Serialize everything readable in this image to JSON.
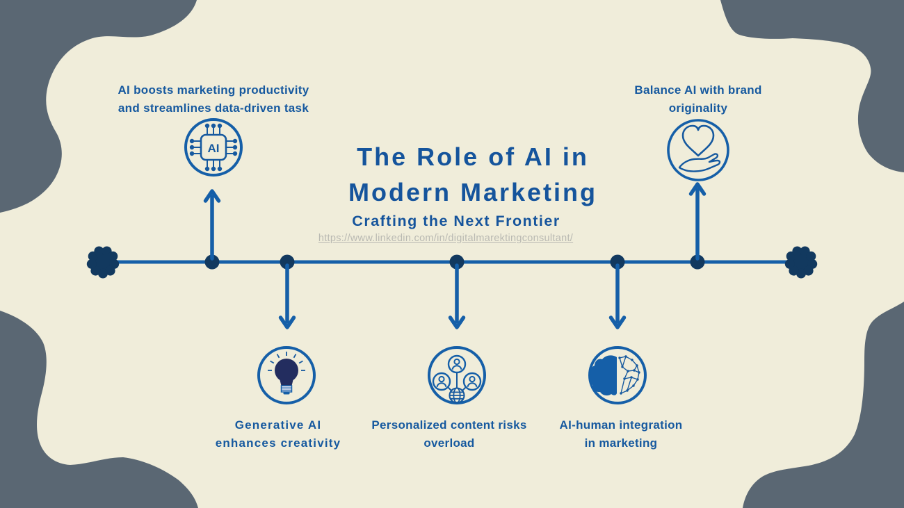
{
  "colors": {
    "background": "#F0EDDA",
    "corner_blobs": "#5A6773",
    "primary_blue_text": "#16599F",
    "timeline_line": "#155FA8",
    "timeline_nodes": "#12395F",
    "bulb_fill": "#232D5F",
    "link_gray": "#B9B9B2"
  },
  "header": {
    "title": "The Role of AI in\nModern Marketing",
    "subtitle": "Crafting the Next Frontier",
    "link": "https://www.linkedin.com/in/digitalmarektingconsultant/"
  },
  "timeline": {
    "endpoint_shape": "scalloped-node",
    "node_count": 5,
    "arrow_directions": [
      "up",
      "down",
      "down",
      "down",
      "up"
    ]
  },
  "items": [
    {
      "label": "AI boosts marketing productivity\nand streamlines data-driven task",
      "icon": "ai-chip-icon",
      "icon_text": "AI",
      "position": "top-left",
      "arrow": "up"
    },
    {
      "label": "Balance AI with brand\noriginality",
      "icon": "heart-in-hand-icon",
      "position": "top-right",
      "arrow": "up"
    },
    {
      "label": "Generative AI\nenhances creativity",
      "icon": "lightbulb-icon",
      "position": "bottom-left",
      "arrow": "down"
    },
    {
      "label": "Personalized content risks\noverload",
      "icon": "people-network-globe-icon",
      "position": "bottom-center",
      "arrow": "down"
    },
    {
      "label": "AI-human integration\nin marketing",
      "icon": "half-brain-network-icon",
      "position": "bottom-right",
      "arrow": "down"
    }
  ]
}
